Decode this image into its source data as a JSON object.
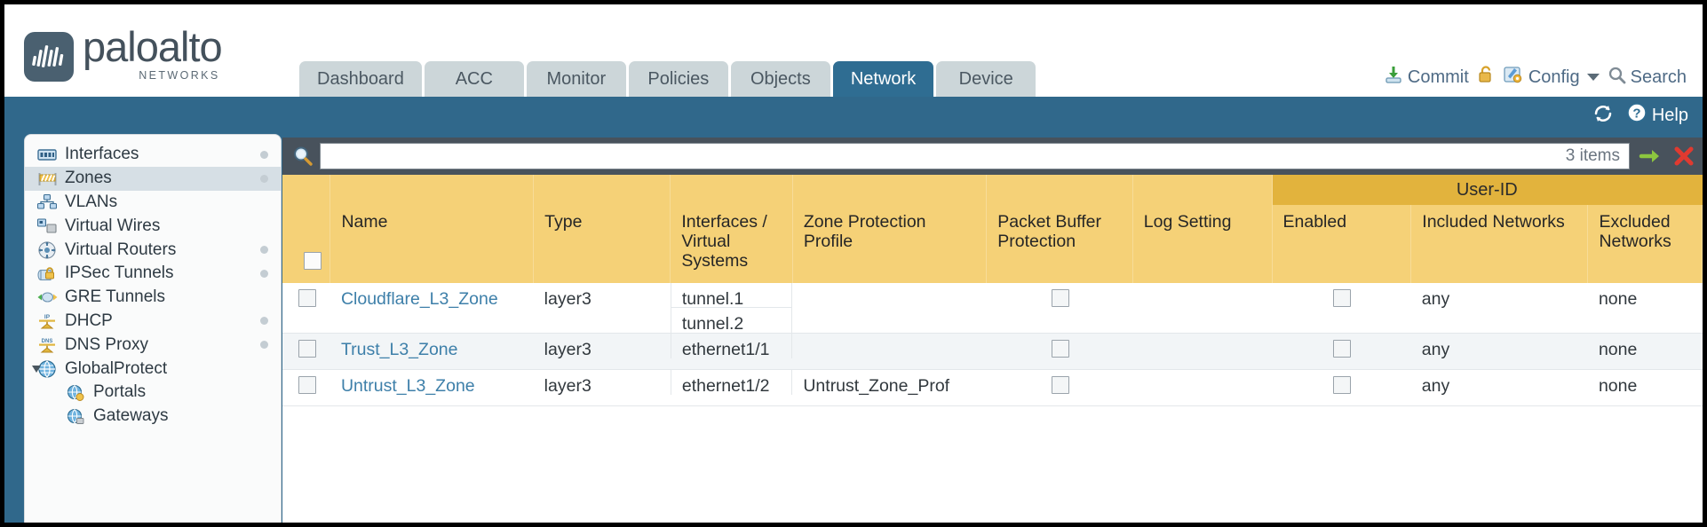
{
  "brand": {
    "name": "paloalto",
    "tagline": "NETWORKS",
    "registered": "®"
  },
  "tabs": [
    {
      "label": "Dashboard",
      "active": false
    },
    {
      "label": "ACC",
      "active": false
    },
    {
      "label": "Monitor",
      "active": false
    },
    {
      "label": "Policies",
      "active": false
    },
    {
      "label": "Objects",
      "active": false
    },
    {
      "label": "Network",
      "active": true
    },
    {
      "label": "Device",
      "active": false
    }
  ],
  "toolbar": {
    "commit": "Commit",
    "config": "Config",
    "search": "Search",
    "lock_icon": "padlock-unlocked-icon",
    "commit_icon": "commit-icon",
    "config_icon": "config-wrench-icon",
    "search_icon": "search-icon"
  },
  "band": {
    "refresh_icon": "refresh-icon",
    "help_icon": "help-icon",
    "help": "Help"
  },
  "sidebar": {
    "items": [
      {
        "label": "Interfaces",
        "icon": "interfaces-icon",
        "selected": false,
        "dot": true,
        "child": false
      },
      {
        "label": "Zones",
        "icon": "zones-icon",
        "selected": true,
        "dot": true,
        "child": false
      },
      {
        "label": "VLANs",
        "icon": "vlans-icon",
        "selected": false,
        "dot": false,
        "child": false
      },
      {
        "label": "Virtual Wires",
        "icon": "virtual-wires-icon",
        "selected": false,
        "dot": false,
        "child": false
      },
      {
        "label": "Virtual Routers",
        "icon": "virtual-routers-icon",
        "selected": false,
        "dot": true,
        "child": false
      },
      {
        "label": "IPSec Tunnels",
        "icon": "ipsec-tunnels-icon",
        "selected": false,
        "dot": true,
        "child": false
      },
      {
        "label": "GRE Tunnels",
        "icon": "gre-tunnels-icon",
        "selected": false,
        "dot": false,
        "child": false
      },
      {
        "label": "DHCP",
        "icon": "dhcp-icon",
        "selected": false,
        "dot": true,
        "child": false
      },
      {
        "label": "DNS Proxy",
        "icon": "dns-proxy-icon",
        "selected": false,
        "dot": true,
        "child": false
      },
      {
        "label": "GlobalProtect",
        "icon": "globalprotect-icon",
        "selected": false,
        "dot": false,
        "child": false,
        "expandable": true,
        "expanded": true
      },
      {
        "label": "Portals",
        "icon": "portals-icon",
        "selected": false,
        "dot": false,
        "child": true
      },
      {
        "label": "Gateways",
        "icon": "gateways-icon",
        "selected": false,
        "dot": false,
        "child": true
      }
    ]
  },
  "search": {
    "value": "",
    "placeholder": "",
    "items_label": "3 items",
    "apply_icon": "apply-filter-icon",
    "clear_icon": "clear-filter-icon"
  },
  "table": {
    "group_header": "User-ID",
    "columns": [
      "Name",
      "Type",
      "Interfaces / Virtual Systems",
      "Zone Protection Profile",
      "Packet Buffer Protection",
      "Log Setting",
      "Enabled",
      "Included Networks",
      "Excluded Networks"
    ],
    "rows": [
      {
        "name": "Cloudflare_L3_Zone",
        "type": "layer3",
        "interfaces": [
          "tunnel.1",
          "tunnel.2"
        ],
        "zone_protection_profile": "",
        "packet_buffer_protection": false,
        "log_setting": "",
        "userid_enabled": false,
        "included_networks": "any",
        "excluded_networks": "none"
      },
      {
        "name": "Trust_L3_Zone",
        "type": "layer3",
        "interfaces": [
          "ethernet1/1"
        ],
        "zone_protection_profile": "",
        "packet_buffer_protection": false,
        "log_setting": "",
        "userid_enabled": false,
        "included_networks": "any",
        "excluded_networks": "none"
      },
      {
        "name": "Untrust_L3_Zone",
        "type": "layer3",
        "interfaces": [
          "ethernet1/2"
        ],
        "zone_protection_profile": "Untrust_Zone_Prof",
        "packet_buffer_protection": false,
        "log_setting": "",
        "userid_enabled": false,
        "included_networks": "any",
        "excluded_networks": "none"
      }
    ]
  },
  "colors": {
    "header_blue": "#30688b",
    "tab_active": "#2f6d92",
    "table_header": "#f5d177",
    "group_header": "#e2b33d",
    "search_bar": "#48525c",
    "link": "#3d7fa9"
  }
}
